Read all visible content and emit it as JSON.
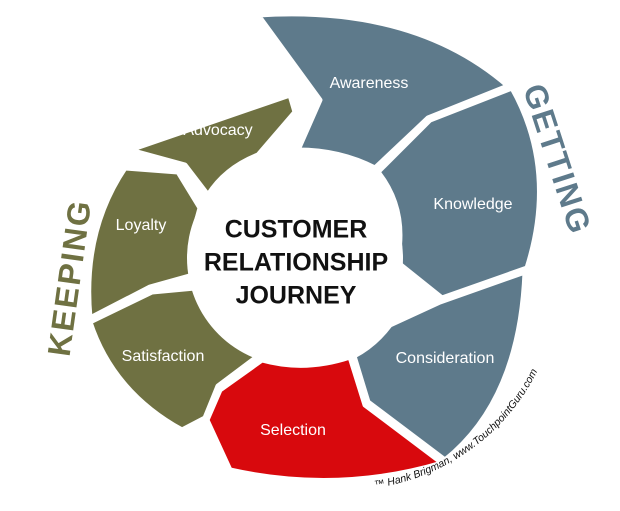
{
  "diagram": {
    "title_lines": [
      "CUSTOMER",
      "RELATIONSHIP",
      "JOURNEY"
    ],
    "side_labels": {
      "left": "KEEPING",
      "right": "GETTING"
    },
    "stages": [
      "Awareness",
      "Knowledge",
      "Consideration",
      "Selection",
      "Satisfaction",
      "Loyalty",
      "Advocacy"
    ],
    "credit": "™ Hank Brigman, www.TouchpointGuru.com",
    "colors": {
      "keeping": "#6f7142",
      "getting": "#5e7a8b",
      "selection": "#d8090d",
      "center": "#ffffff"
    }
  }
}
